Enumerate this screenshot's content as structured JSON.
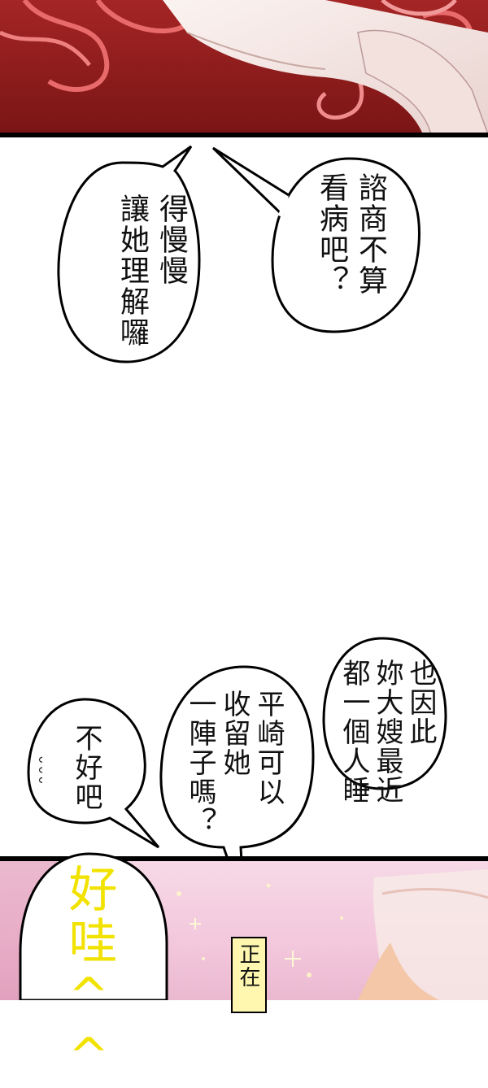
{
  "top_panel": {
    "description_colors": {
      "bg": "#8f1d1d",
      "hair": "#e86a6a",
      "sleeve": "#f6e9e6"
    }
  },
  "bubbles": {
    "left_upper": {
      "lines": [
        "得慢慢",
        "讓她理解囉"
      ]
    },
    "right_upper": {
      "lines": [
        "諮商不算",
        "看病吧？"
      ]
    },
    "right_lower": {
      "lines": [
        "也因此",
        "妳大嫂最近",
        "都一個人睡"
      ]
    },
    "middle_lower": {
      "lines": [
        "平崎可以",
        "收留她",
        "一陣子嗎？"
      ]
    },
    "left_lower": {
      "lines": [
        "不好吧"
      ],
      "sfx": "ᴗᴗᴗ"
    }
  },
  "bottom_panel": {
    "big_text": "好哇^^",
    "caption": "正在"
  }
}
